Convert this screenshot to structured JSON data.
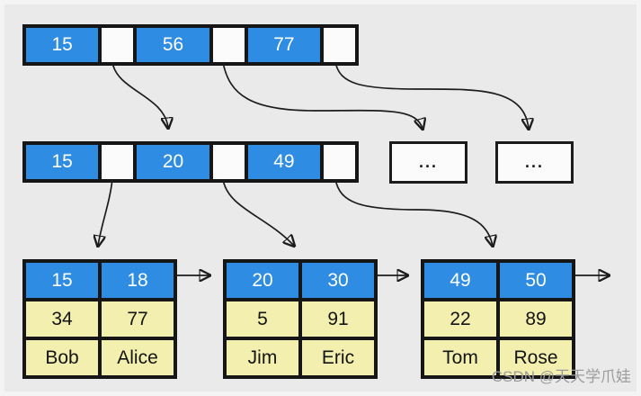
{
  "colors": {
    "background": "#eaeaea",
    "key_cell_fill": "#2e8de2",
    "pointer_cell_fill": "#fbfbfb",
    "leaf_value_fill": "#f3efae",
    "border": "#161616",
    "key_text": "#ffffff",
    "value_text": "#141414",
    "watermark_text": "#9c9c9c"
  },
  "tree": {
    "root": {
      "keys": [
        "15",
        "56",
        "77"
      ]
    },
    "internal": {
      "keys": [
        "15",
        "20",
        "49"
      ]
    },
    "ellipsis": {
      "a": "...",
      "b": "..."
    },
    "leaves": [
      {
        "keys": [
          "15",
          "18"
        ],
        "values": [
          "34",
          "77"
        ],
        "names": [
          "Bob",
          "Alice"
        ]
      },
      {
        "keys": [
          "20",
          "30"
        ],
        "values": [
          "5",
          "91"
        ],
        "names": [
          "Jim",
          "Eric"
        ]
      },
      {
        "keys": [
          "49",
          "50"
        ],
        "values": [
          "22",
          "89"
        ],
        "names": [
          "Tom",
          "Rose"
        ]
      }
    ]
  },
  "watermark": "CSDN @天天学爪娃"
}
